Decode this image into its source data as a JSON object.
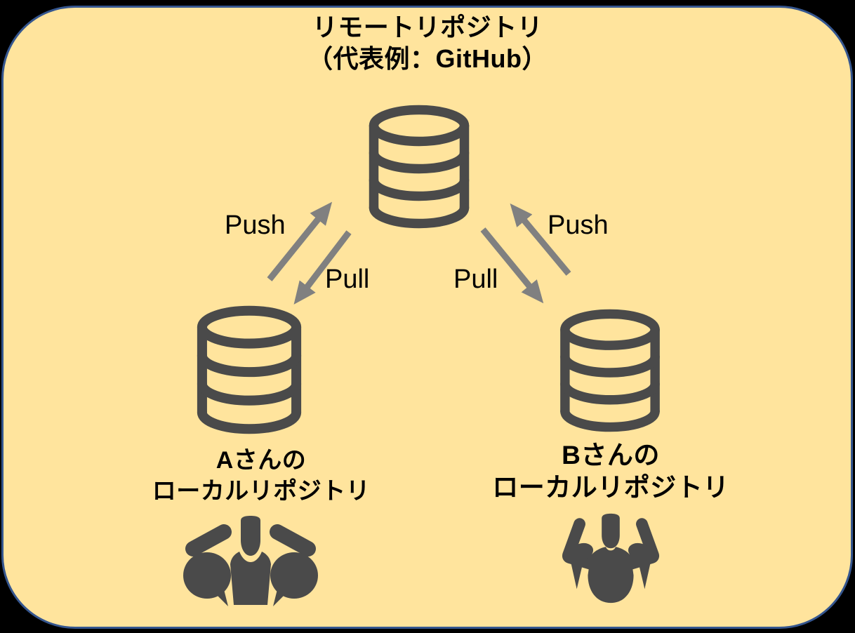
{
  "title": {
    "line1": "リモートリポジトリ",
    "line2": "（代表例：GitHub）"
  },
  "arrow_labels": {
    "push_left": "Push",
    "pull_left": "Pull",
    "pull_right": "Pull",
    "push_right": "Push"
  },
  "nodes": {
    "remote": {
      "icon": "database-icon"
    },
    "local_a": {
      "icon": "database-icon",
      "label_line1": "Aさんの",
      "label_line2": "ローカルリポジトリ",
      "person_icon": "muscle-flex-icon"
    },
    "local_b": {
      "icon": "database-icon",
      "label_line1": "Bさんの",
      "label_line2": "ローカルリポジトリ",
      "person_icon": "muscle-flex-icon"
    }
  },
  "colors": {
    "outside_background": "#000000",
    "card_fill": "#FFE49D",
    "card_border": "#35568F",
    "icon_gray": "#4A4A4A",
    "arrow_gray": "#808080",
    "text": "#000000"
  }
}
